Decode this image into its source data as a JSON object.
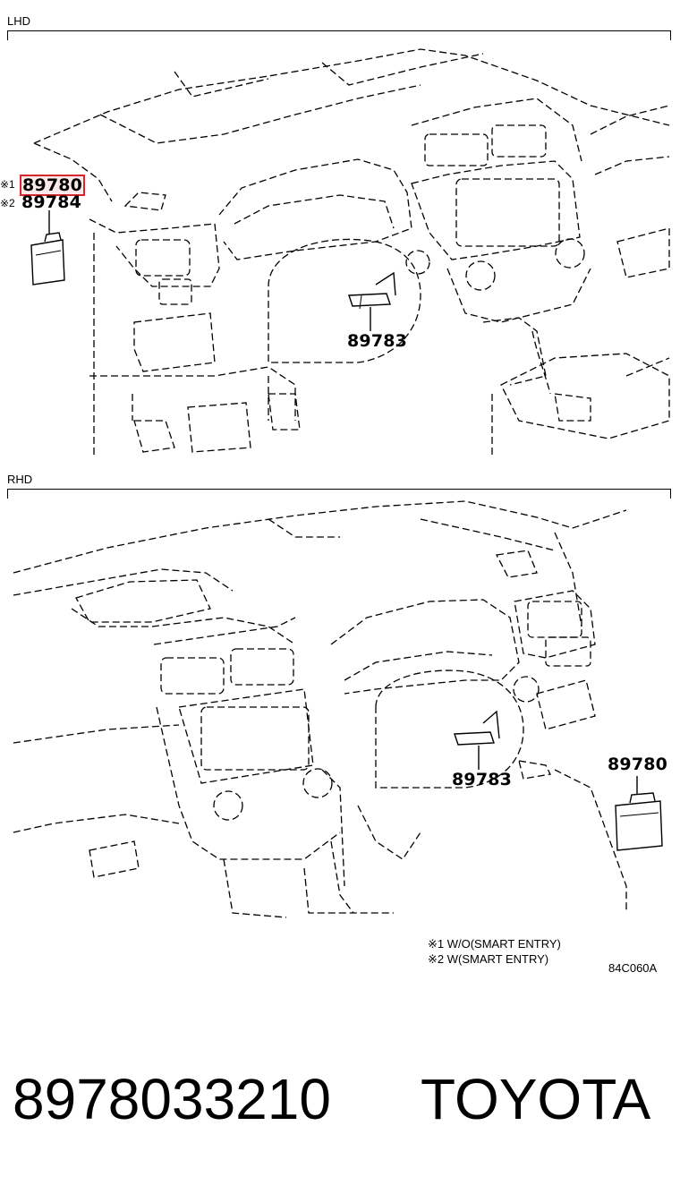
{
  "lhd": {
    "section_label": "LHD",
    "callouts": {
      "mark1": "※1",
      "mark2": "※2",
      "part_highlighted": "89780",
      "part_second": "89784",
      "part_center": "89783"
    }
  },
  "rhd": {
    "section_label": "RHD",
    "callouts": {
      "part_center": "89783",
      "part_right": "89780"
    }
  },
  "notes": {
    "note1": "※1 W/O(SMART ENTRY)",
    "note2": "※2 W(SMART ENTRY)",
    "drawing_code": "84C060A"
  },
  "footer": {
    "part_number": "8978033210",
    "brand": "TOYOTA"
  },
  "colors": {
    "highlight": "#d7262e",
    "ink": "#000000",
    "background": "#ffffff"
  }
}
